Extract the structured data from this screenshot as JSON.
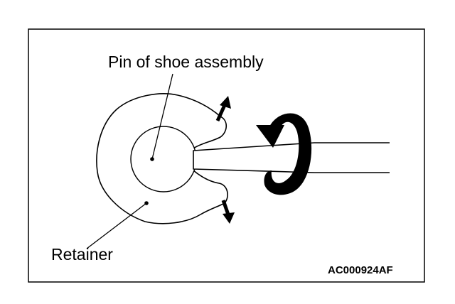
{
  "labels": {
    "pin": "Pin of shoe assembly",
    "retainer": "Retainer",
    "figure_code": "AC000924AF"
  },
  "colors": {
    "line": "#000000",
    "fill": "#ffffff",
    "arrow": "#000000"
  }
}
